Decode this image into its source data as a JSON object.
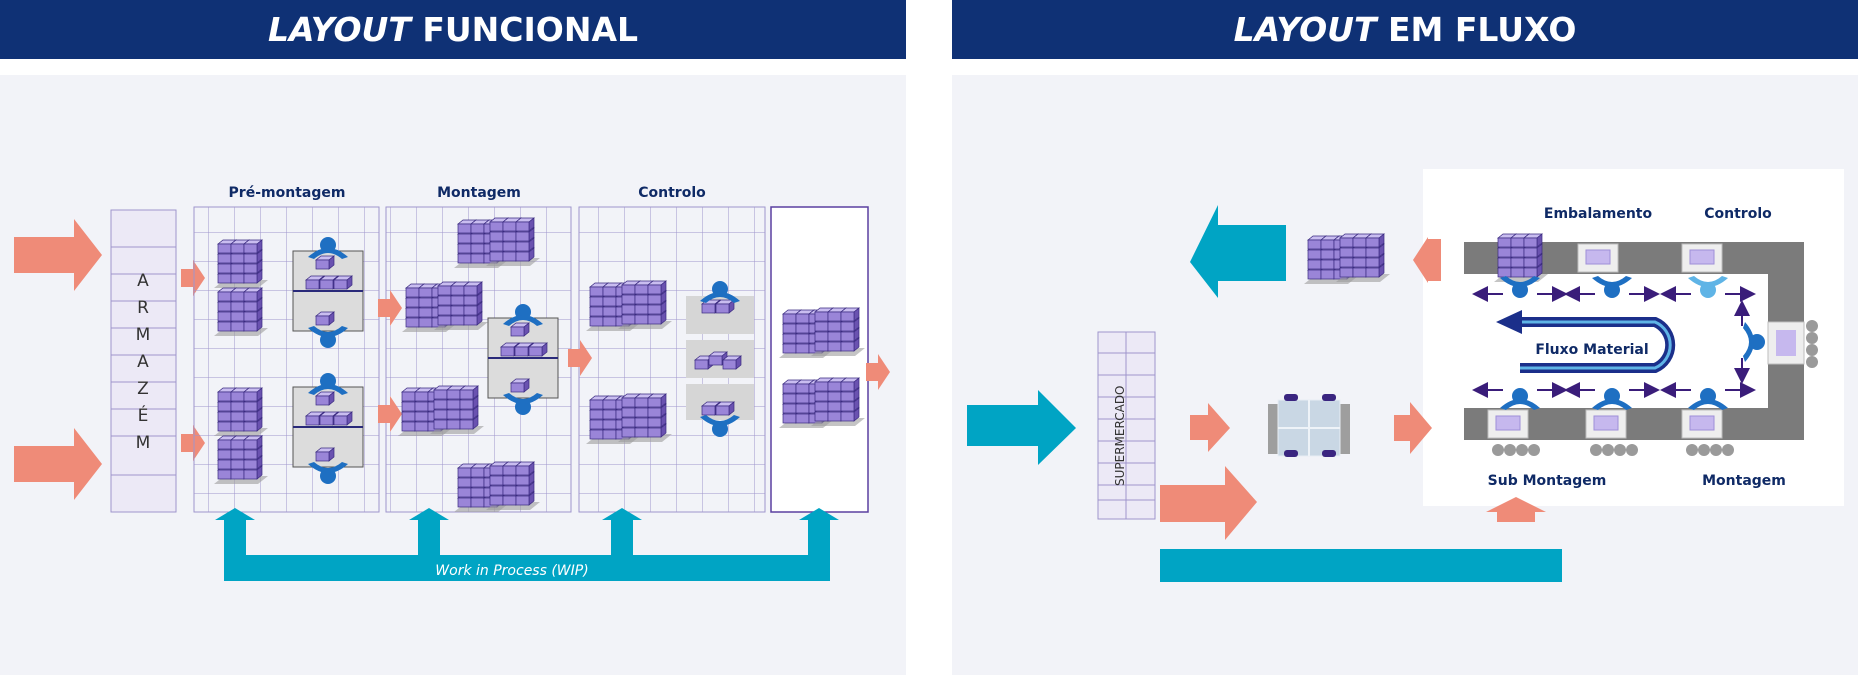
{
  "left": {
    "title_italic": "LAYOUT",
    "title_rest": " FUNCIONAL",
    "armazem_letters": [
      "A",
      "R",
      "M",
      "A",
      "Z",
      "É",
      "M"
    ],
    "sections": [
      "Pré-montagem",
      "Montagem",
      "Controlo"
    ],
    "wip_label": "Work in Process (WIP)"
  },
  "right": {
    "title_italic": "LAYOUT",
    "title_rest": " EM FLUXO",
    "supermercado": "SUPERMERCADO",
    "labels": {
      "embalamento": "Embalamento",
      "controlo": "Controlo",
      "sub_montagem": "Sub Montagem",
      "montagem": "Montagem",
      "fluxo": "Fluxo Material"
    }
  },
  "colors": {
    "header": "#0f3175",
    "panel": "#f2f3f8",
    "navy_text": "#0f2a66",
    "salmon": "#ef8b78",
    "teal": "#00a4c4",
    "purple": "#8a70c8",
    "worker": "#1e6fc2",
    "grid": "#9f95cc"
  }
}
